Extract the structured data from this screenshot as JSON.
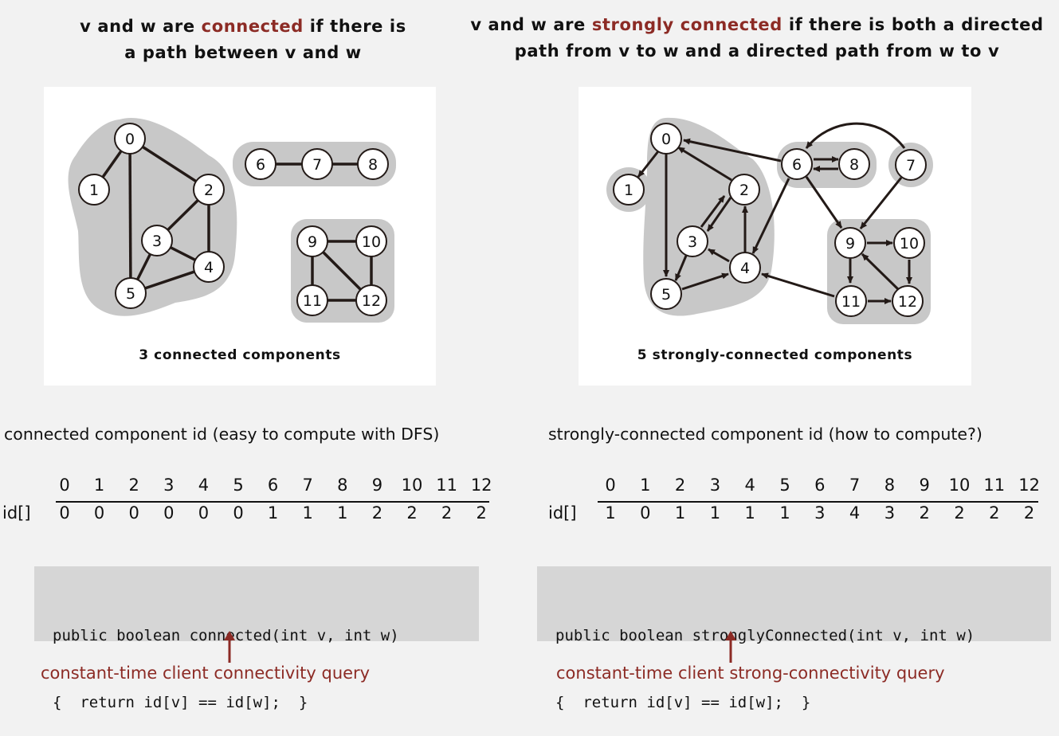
{
  "left": {
    "heading": {
      "line1_pre": "v and w are ",
      "line1_accent": "connected",
      "line1_post": " if there is",
      "line2": "a path between v and w"
    },
    "caption": "3 connected components",
    "description": "connected component id (easy to compute with DFS)",
    "table": {
      "row_label": "id[]",
      "indices": [
        "0",
        "1",
        "2",
        "3",
        "4",
        "5",
        "6",
        "7",
        "8",
        "9",
        "10",
        "11",
        "12"
      ],
      "values": [
        "0",
        "0",
        "0",
        "0",
        "0",
        "0",
        "1",
        "1",
        "1",
        "2",
        "2",
        "2",
        "2"
      ]
    },
    "code": {
      "line1": "public boolean connected(int v, int w)",
      "line2": "{  return id[v] == id[w];  }"
    },
    "note": "constant-time client connectivity query"
  },
  "right": {
    "heading": {
      "line1_pre": "v and w are ",
      "line1_accent": "strongly connected",
      "line1_post": " if there is both a directed",
      "line2": "path from v to w and a directed path from w to v"
    },
    "caption": "5 strongly-connected components",
    "description": "strongly-connected component id (how to compute?)",
    "table": {
      "row_label": "id[]",
      "indices": [
        "0",
        "1",
        "2",
        "3",
        "4",
        "5",
        "6",
        "7",
        "8",
        "9",
        "10",
        "11",
        "12"
      ],
      "values": [
        "1",
        "0",
        "1",
        "1",
        "1",
        "1",
        "3",
        "4",
        "3",
        "2",
        "2",
        "2",
        "2"
      ]
    },
    "code": {
      "line1": "public boolean stronglyConnected(int v, int w)",
      "line2": "{  return id[v] == id[w];  }"
    },
    "note": "constant-time client strong-connectivity query"
  },
  "graph_nodes": [
    "0",
    "1",
    "2",
    "3",
    "4",
    "5",
    "6",
    "7",
    "8",
    "9",
    "10",
    "11",
    "12"
  ],
  "colors": {
    "accent": "#8c2b25",
    "component_fill": "#c8c8c8",
    "code_background": "#d6d6d6",
    "page_background": "#f2f2f2"
  }
}
